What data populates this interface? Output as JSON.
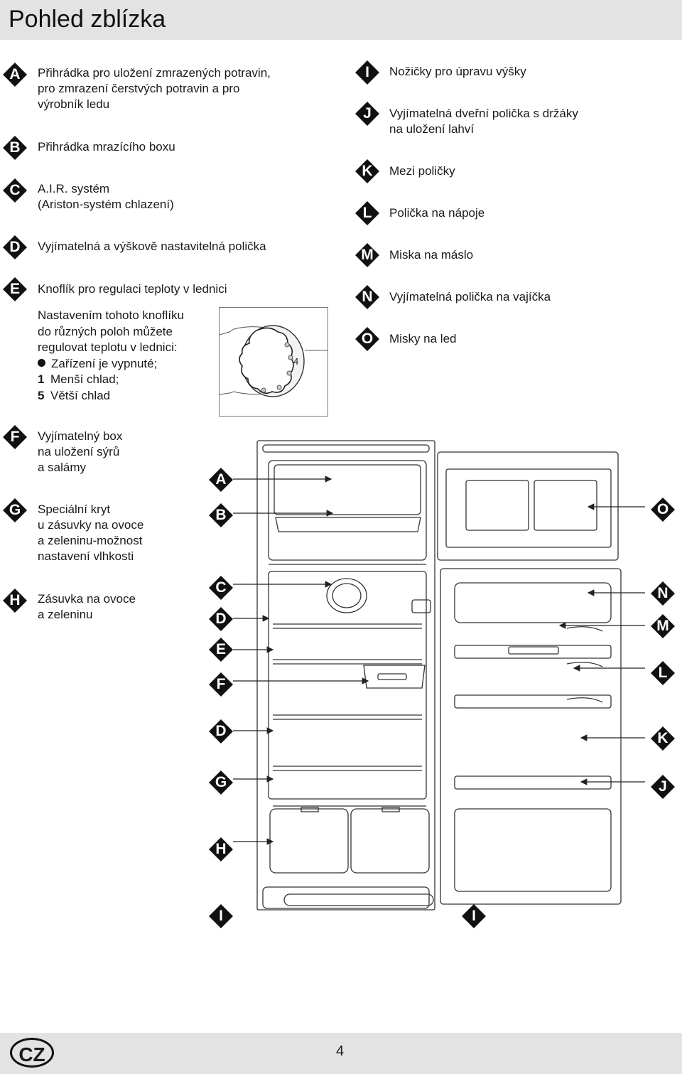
{
  "page": {
    "title": "Pohled  zblízka",
    "language_badge": "CZ",
    "page_number": "4"
  },
  "items": [
    {
      "letter": "A",
      "lines": [
        "Přihrádka pro uložení zmrazených potravin,",
        "pro zmrazení čerstvých potravin a pro",
        "výrobník ledu"
      ]
    },
    {
      "letter": "B",
      "lines": [
        "Přihrádka mrazícího boxu"
      ]
    },
    {
      "letter": "C",
      "lines": [
        "A.I.R. systém",
        "(Ariston-systém chlazení)"
      ]
    },
    {
      "letter": "D",
      "lines": [
        "Vyjímatelná a výškově nastavitelná polička"
      ]
    },
    {
      "letter": "E",
      "lines": [
        "Knoflík pro regulaci teploty v lednici"
      ]
    },
    {
      "letter": "F",
      "lines": [
        "Vyjímatelný box",
        "na uložení sýrů",
        "a salámy"
      ]
    },
    {
      "letter": "G",
      "lines": [
        "Speciální kryt",
        "u zásuvky na ovoce",
        "a zeleninu-možnost",
        "nastavení vlhkosti"
      ]
    },
    {
      "letter": "H",
      "lines": [
        "Zásuvka na ovoce",
        "a zeleninu"
      ]
    },
    {
      "letter": "I",
      "lines": [
        "Nožičky pro úpravu výšky"
      ]
    },
    {
      "letter": "J",
      "lines": [
        "Vyjímatelná dveřní polička s držáky",
        "na uložení lahví"
      ]
    },
    {
      "letter": "K",
      "lines": [
        "Mezi poličky"
      ]
    },
    {
      "letter": "L",
      "lines": [
        "Polička na nápoje"
      ]
    },
    {
      "letter": "M",
      "lines": [
        "Miska na máslo"
      ]
    },
    {
      "letter": "N",
      "lines": [
        "Vyjímatelná polička na vajíčka"
      ]
    },
    {
      "letter": "O",
      "lines": [
        "Misky na led"
      ]
    }
  ],
  "thermostat_note": {
    "lines": [
      "Nastavením tohoto knoflíku",
      "do různých poloh můžete",
      "regulovat teplotu v lednici:"
    ],
    "settings": [
      {
        "symbol": "bullet",
        "text": "Zařízení je vypnuté;"
      },
      {
        "symbol": "1",
        "text": "Menší chlad;"
      },
      {
        "symbol": "5",
        "text": "Větší chlad"
      }
    ],
    "knob_label": "4"
  },
  "diagram_labels": {
    "left": [
      "A",
      "B",
      "C",
      "D",
      "E",
      "F",
      "D",
      "G",
      "H"
    ],
    "right": [
      "O",
      "N",
      "M",
      "L",
      "K",
      "J"
    ],
    "bottom": [
      "I",
      "I"
    ]
  },
  "colors": {
    "header_bg": "#e3e3e3",
    "badge": "#111111",
    "line": "#333333"
  }
}
